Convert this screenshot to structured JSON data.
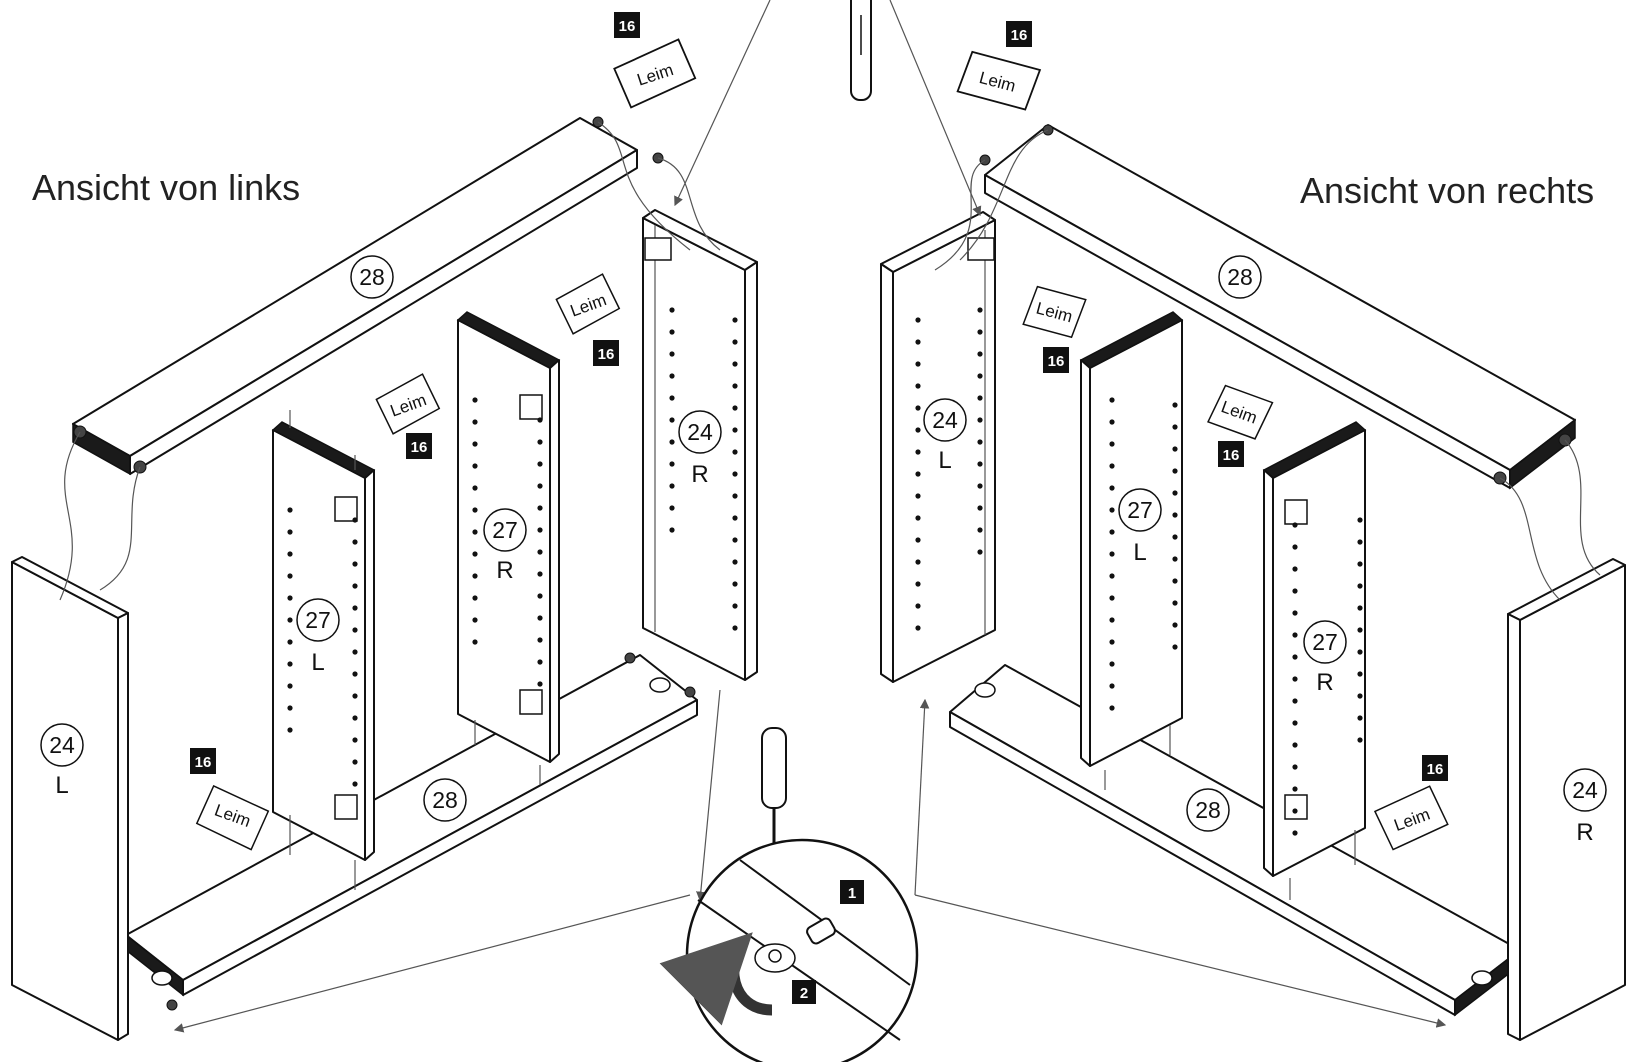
{
  "views": {
    "left_title": "Ansicht von links",
    "right_title": "Ansicht von rechts"
  },
  "parts": {
    "p28": "28",
    "p27": "27",
    "p24": "24",
    "side_L": "L",
    "side_R": "R"
  },
  "glue_label": "Leim",
  "step_badge": "16",
  "detail": {
    "step1": "1",
    "step2": "2"
  }
}
